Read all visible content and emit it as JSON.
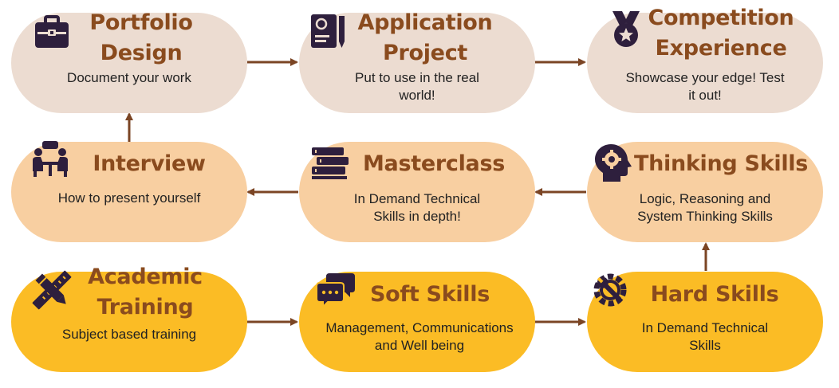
{
  "nodes": {
    "portfolio": {
      "title_line1": "Portfolio",
      "title_line2": "Design",
      "desc": "Document your work",
      "icon": "briefcase-icon"
    },
    "application": {
      "title_line1": "Application",
      "title_line2": "Project",
      "desc_line1": "Put to use in the real",
      "desc_line2": "world!",
      "icon": "document-pen-icon"
    },
    "competition": {
      "title_line1": "Competition",
      "title_line2": "Experience",
      "desc_line1": "Showcase your edge! Test",
      "desc_line2": "it out!",
      "icon": "medal-icon"
    },
    "interview": {
      "title": "Interview",
      "desc": "How to present yourself",
      "icon": "interview-icon"
    },
    "masterclass": {
      "title": "Masterclass",
      "desc_line1": "In Demand Technical",
      "desc_line2": "Skills in depth!",
      "icon": "books-icon"
    },
    "thinking": {
      "title": "Thinking Skills",
      "desc_line1": "Logic, Reasoning and",
      "desc_line2": "System Thinking Skills",
      "icon": "head-gear-icon"
    },
    "academic": {
      "title_line1": "Academic",
      "title_line2": "Training",
      "desc": "Subject based training",
      "icon": "pencil-ruler-icon"
    },
    "soft": {
      "title": "Soft Skills",
      "desc_line1": "Management, Communications",
      "desc_line2": "and Well being",
      "icon": "chat-bubbles-icon"
    },
    "hard": {
      "title": "Hard Skills",
      "desc_line1": "In Demand Technical",
      "desc_line2": "Skills",
      "icon": "wrench-gear-icon"
    }
  },
  "colors": {
    "top_fill": "#ecdcd1",
    "mid_fill": "#f8cfa1",
    "bottom_fill": "#fbbc25",
    "title_text": "#8a4b1e",
    "arrow": "#7b4524",
    "icon": "#2e1f3d"
  },
  "flow": [
    [
      "academic",
      "soft"
    ],
    [
      "soft",
      "hard"
    ],
    [
      "hard",
      "thinking"
    ],
    [
      "thinking",
      "masterclass"
    ],
    [
      "masterclass",
      "interview"
    ],
    [
      "interview",
      "portfolio"
    ],
    [
      "portfolio",
      "application"
    ],
    [
      "application",
      "competition"
    ]
  ]
}
